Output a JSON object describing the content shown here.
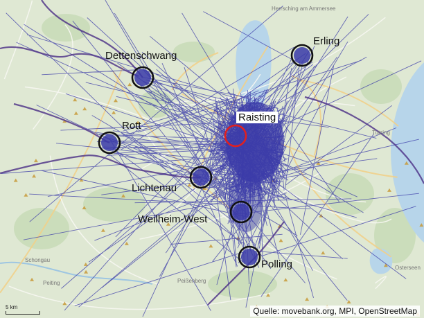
{
  "map": {
    "attribution": "Quelle: movebank.org, MPI, OpenStreetMap",
    "scale_label": "5 km",
    "colors": {
      "land": "#dfe8d3",
      "forest": "#c6dab5",
      "water": "#b7d5ea",
      "track": "#3a3aa8",
      "site_ring": "#111111",
      "raisting_ring": "#e02020"
    },
    "sites": [
      {
        "name": "Dettenschwang",
        "ring_color": "#111111"
      },
      {
        "name": "Erling",
        "ring_color": "#111111"
      },
      {
        "name": "Raisting",
        "ring_color": "#e02020"
      },
      {
        "name": "Rott",
        "ring_color": "#111111"
      },
      {
        "name": "Lichtenau",
        "ring_color": "#111111"
      },
      {
        "name": "Weilheim-West",
        "ring_color": "#111111"
      },
      {
        "name": "Polling",
        "ring_color": "#111111"
      }
    ],
    "base_towns": [
      "Herrsching am Ammersee",
      "Tutzing",
      "Schongau",
      "Peiting",
      "Peißenberg",
      "Osterseen"
    ]
  }
}
